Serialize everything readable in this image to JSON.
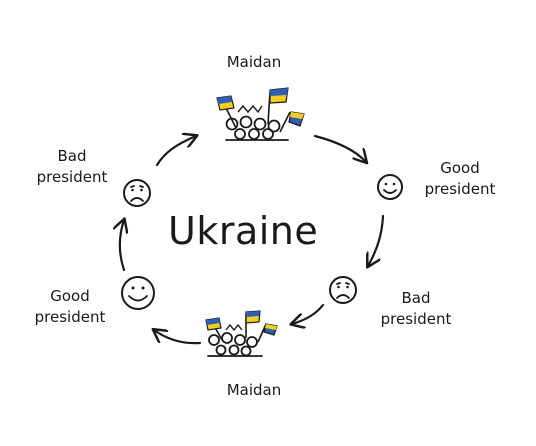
{
  "center_label": "Ukraine",
  "nodes": {
    "top": {
      "label": "Maidan"
    },
    "right_upper": {
      "line1": "Good",
      "line2": "president",
      "face": "happy"
    },
    "right_lower": {
      "line1": "Bad",
      "line2": "president",
      "face": "sad"
    },
    "bottom": {
      "label": "Maidan"
    },
    "left_lower": {
      "line1": "Good",
      "line2": "president",
      "face": "happy"
    },
    "left_upper": {
      "line1": "Bad",
      "line2": "president",
      "face": "sad"
    }
  },
  "colors": {
    "ink": "#1a1a1a",
    "flag_blue": "#2f5fb3",
    "flag_yellow": "#f2cf1f"
  },
  "icons": [
    "crowd-with-flags-icon",
    "happy-face-icon",
    "sad-face-icon",
    "cycle-arrow-icon"
  ]
}
